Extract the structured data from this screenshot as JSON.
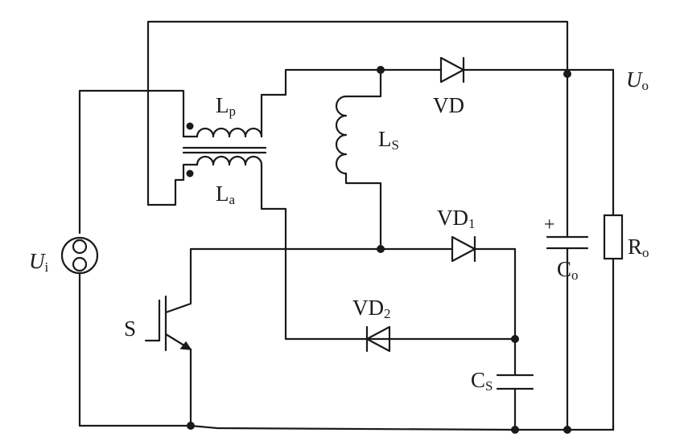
{
  "labels": {
    "Lp": {
      "main": "L",
      "sub": "p"
    },
    "La": {
      "main": "L",
      "sub": "a"
    },
    "Ls": {
      "main": "L",
      "sub": "S"
    },
    "VD": {
      "main": "VD",
      "sub": ""
    },
    "VD1": {
      "main": "VD",
      "sub": "1"
    },
    "VD2": {
      "main": "VD",
      "sub": "2"
    },
    "Uo": {
      "main": "U",
      "sub": "o"
    },
    "Ui": {
      "main": "U",
      "sub": "i"
    },
    "Co": {
      "main": "C",
      "sub": "o"
    },
    "Cs": {
      "main": "C",
      "sub": "S"
    },
    "Ro": {
      "main": "R",
      "sub": "o"
    },
    "S": {
      "main": "S",
      "sub": ""
    },
    "Co_plus": "+"
  }
}
